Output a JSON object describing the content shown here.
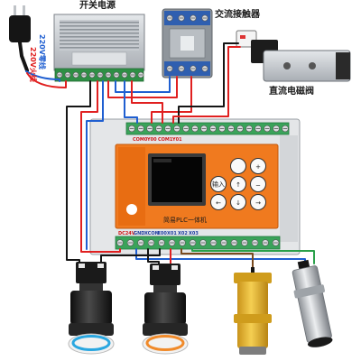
{
  "labels": {
    "power_supply": "开关电源",
    "contactor": "交流接触器",
    "solenoid_valve": "直流电磁阀",
    "neutral_wire": "220V零线",
    "live_wire": "220V火线"
  },
  "plc": {
    "title": "简易PLC一体机",
    "top_terminals": [
      "COM0",
      "Y00",
      "COM1",
      "Y01"
    ],
    "bottom_terminals": [
      "DC24V",
      "GND",
      "XCOM",
      "X00",
      "X01",
      "X02",
      "X03"
    ],
    "keys": {
      "plus": "+",
      "minus": "−",
      "enter": "输入",
      "up": "↑",
      "left": "←",
      "down": "↓",
      "right": "→"
    }
  },
  "colors": {
    "neutral": "#1f5fd1",
    "live": "#e02020",
    "plc_panel": "#f07a1f",
    "terminal": "#2e9e4f"
  }
}
